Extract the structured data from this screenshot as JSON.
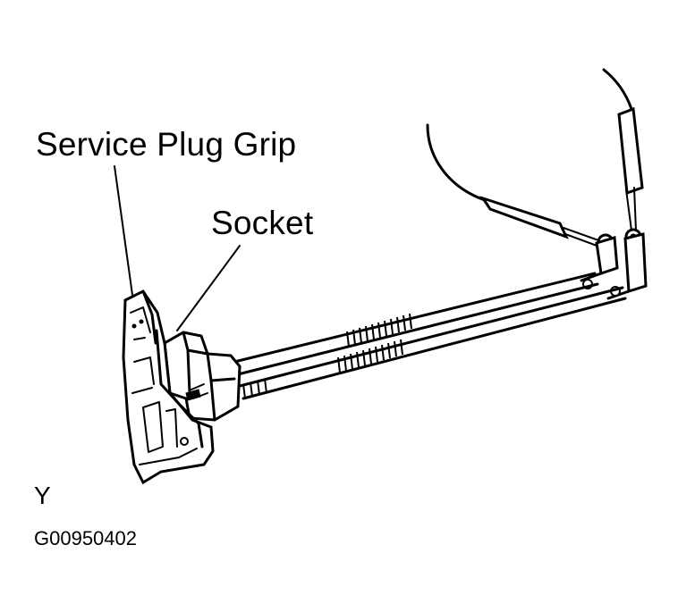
{
  "labels": {
    "service_plug_grip": "Service Plug Grip",
    "socket": "Socket",
    "view_letter": "Y",
    "figure_code": "G00950402"
  },
  "colors": {
    "ink": "#000000",
    "background": "#ffffff"
  }
}
